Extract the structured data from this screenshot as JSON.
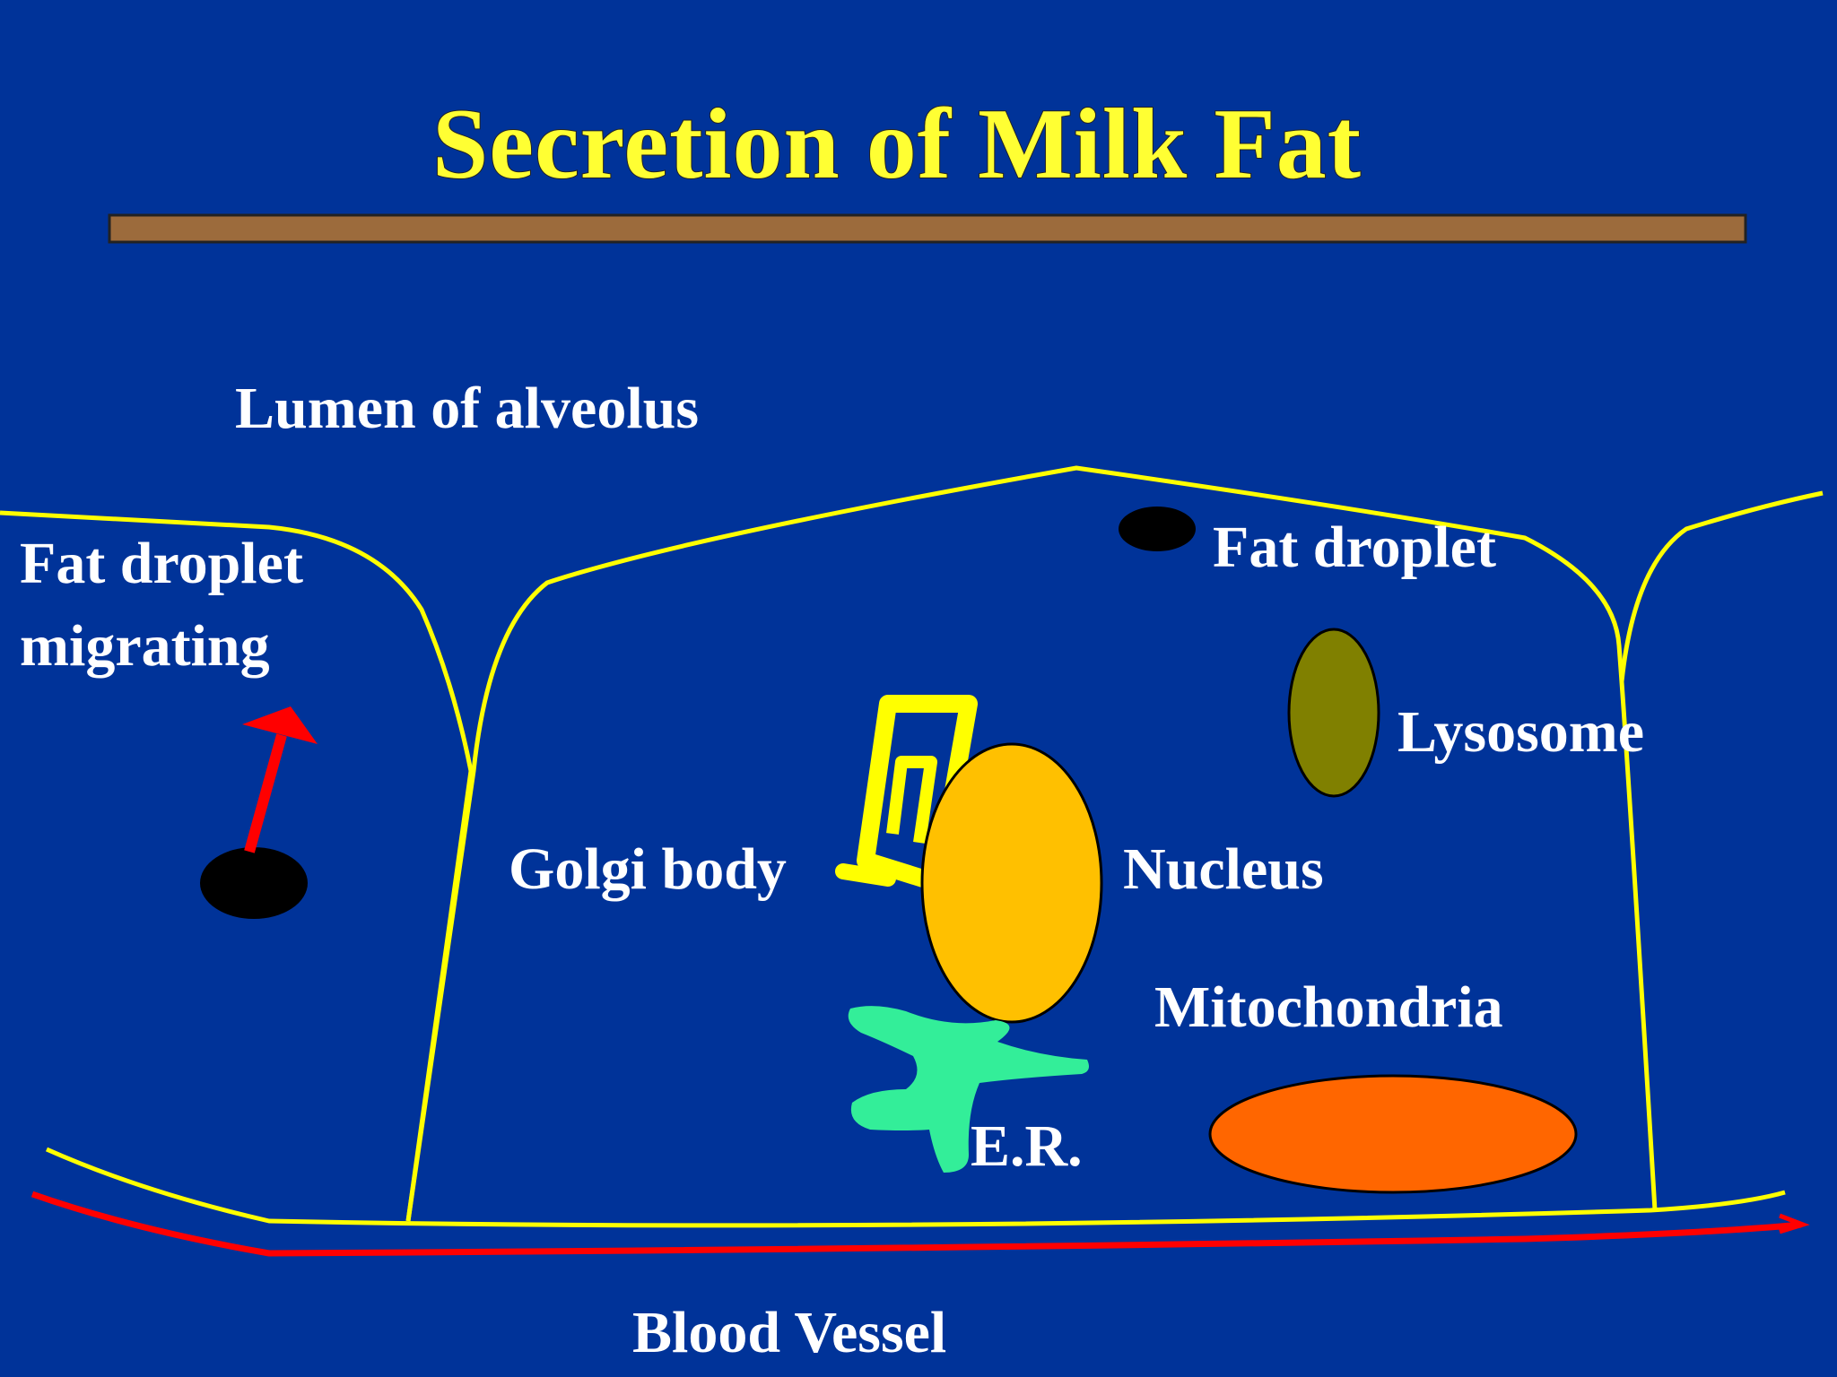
{
  "title": "Secretion of Milk Fat",
  "labels": {
    "lumen": "Lumen of alveolus",
    "fat_droplet_migrating_line1": "Fat droplet",
    "fat_droplet_migrating_line2": "migrating",
    "fat_droplet": "Fat droplet",
    "lysosome": "Lysosome",
    "golgi_body": "Golgi body",
    "nucleus": "Nucleus",
    "mitochondria": "Mitochondria",
    "er": "E.R.",
    "blood_vessel": "Blood Vessel"
  },
  "colors": {
    "background": "#003399",
    "title_text": "#FFFF33",
    "label_text": "#FFFFFF",
    "divider_bar": "#9C6B3C",
    "cell_membrane": "#FFFF00",
    "blood_vessel": "#FF0000",
    "fat_droplet": "#000000",
    "migration_arrow": "#FF0000",
    "lysosome": "#808000",
    "nucleus": "#FFC000",
    "golgi_body": "#FFFF00",
    "er": "#33EE99",
    "mitochondria": "#FF6600"
  }
}
